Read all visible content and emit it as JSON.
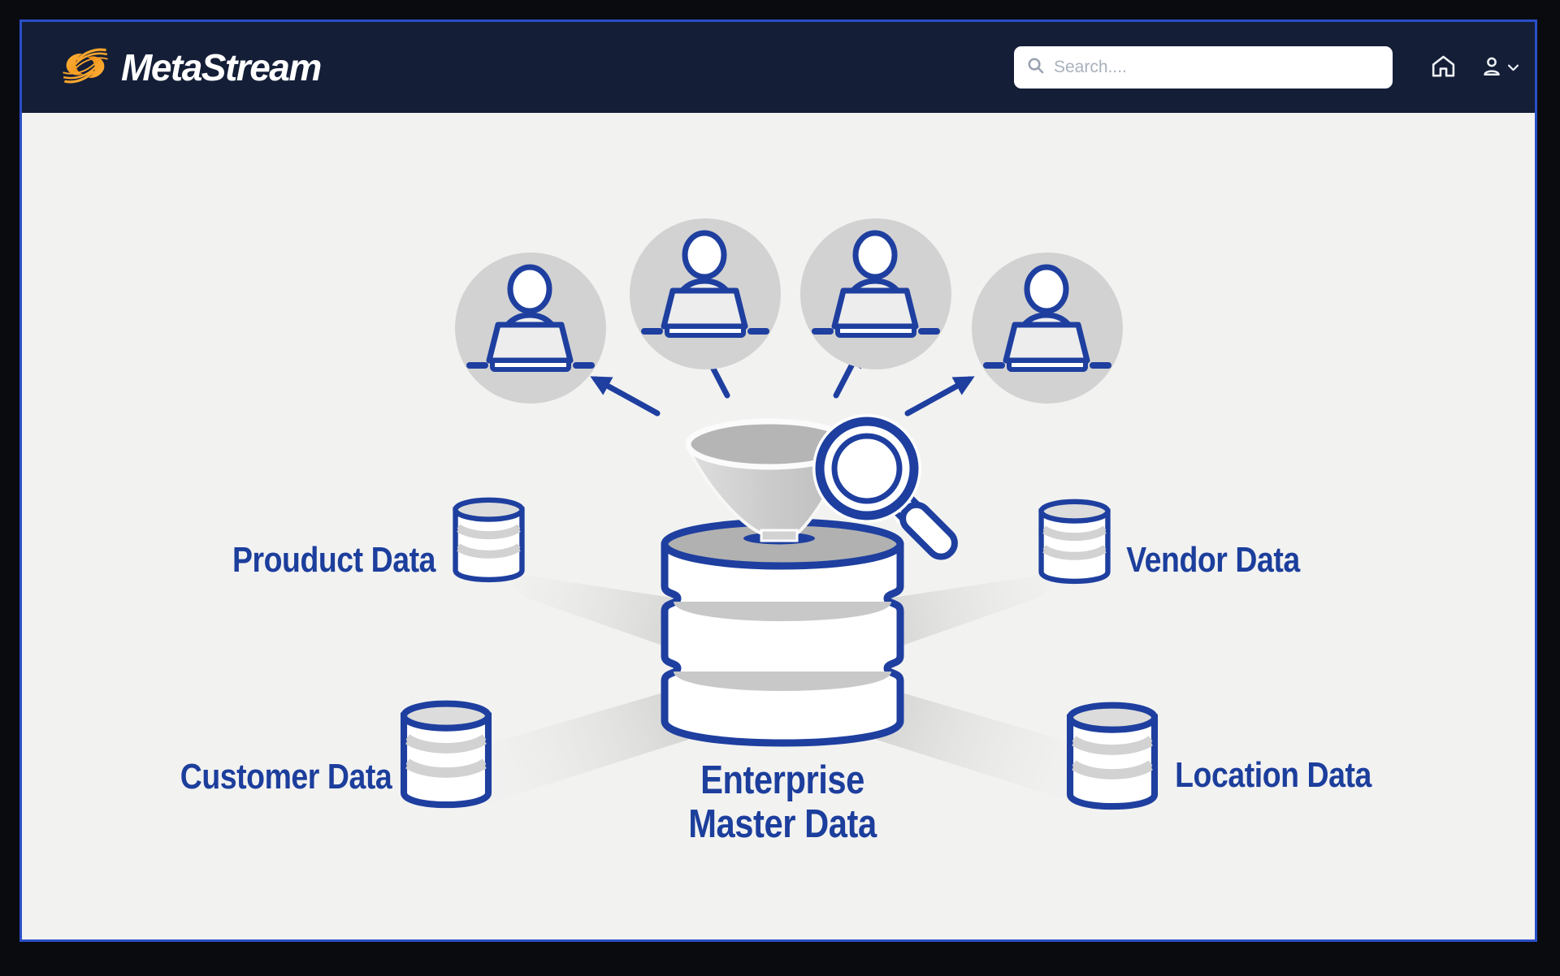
{
  "header": {
    "brand": "MetaStream",
    "search": {
      "placeholder": "Search...."
    }
  },
  "diagram": {
    "center_database": {
      "label_line1": "Enterprise",
      "label_line2": "Master Data"
    },
    "sources": [
      {
        "label": "Prouduct Data",
        "position": "top-left"
      },
      {
        "label": "Vendor Data",
        "position": "top-right"
      },
      {
        "label": "Customer Data",
        "position": "bottom-left"
      },
      {
        "label": "Location Data",
        "position": "bottom-right"
      }
    ],
    "consumers_count": 4
  },
  "icons": {
    "logo": "orange-swoosh-s",
    "header_right": [
      "home-icon",
      "user-icon",
      "chevron-down-icon"
    ],
    "search": "magnifier-icon",
    "diagram": [
      "person-at-laptop-icon",
      "funnel-icon",
      "magnifier-icon",
      "database-icon"
    ]
  },
  "colors": {
    "header_navy": "#141E37",
    "frame_blue": "#2A4FC7",
    "diagram_blue": "#1E3F9F",
    "label_blue": "#1C3E9C",
    "brand_orange": "#F49A1B",
    "canvas_gray": "#F2F2F1",
    "circle_gray": "#D2D2D2"
  }
}
